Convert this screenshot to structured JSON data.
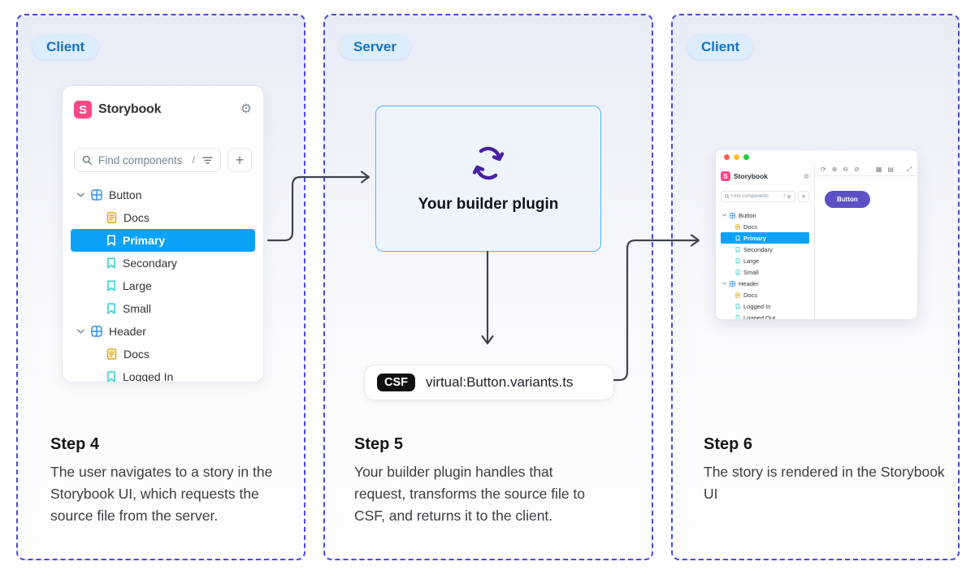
{
  "panels": [
    {
      "badge": "Client",
      "step_title": "Step 4",
      "step_description": "The user navigates to a story in the Storybook UI, which requests the source file from the server."
    },
    {
      "badge": "Server",
      "step_title": "Step 5",
      "step_description": "Your builder plugin handles that request, transforms the source file to CSF, and returns it to the client."
    },
    {
      "badge": "Client",
      "step_title": "Step 6",
      "step_description": "The story is rendered in the Storybook UI"
    }
  ],
  "storybook": {
    "app_name": "Storybook",
    "search_placeholder": "Find components",
    "search_shortcut": "/",
    "tree": [
      {
        "label": "Button",
        "type": "component",
        "children": [
          {
            "label": "Docs",
            "type": "docs"
          },
          {
            "label": "Primary",
            "type": "story",
            "selected": true
          },
          {
            "label": "Secondary",
            "type": "story"
          },
          {
            "label": "Large",
            "type": "story"
          },
          {
            "label": "Small",
            "type": "story"
          }
        ]
      },
      {
        "label": "Header",
        "type": "component",
        "children": [
          {
            "label": "Docs",
            "type": "docs"
          },
          {
            "label": "Logged In",
            "type": "story"
          },
          {
            "label": "Logged Out",
            "type": "story"
          }
        ]
      }
    ]
  },
  "plugin_box": {
    "label": "Your builder plugin"
  },
  "csf_pill": {
    "badge": "CSF",
    "filename": "virtual:Button.variants.ts"
  },
  "preview": {
    "button_label": "Button"
  },
  "icons": {
    "gear": "⚙",
    "plus": "+",
    "remount": "⟳",
    "zoom_in": "⊕",
    "zoom_out": "⊖",
    "zoom_reset": "⊘",
    "grid": "▦",
    "background": "▤",
    "expand": "⤢"
  },
  "colors": {
    "panel_border": "#4B49E3",
    "badge_bg": "#DCEDFB",
    "badge_text": "#1173C5",
    "storybook_pink": "#FF4785",
    "selected_blue": "#0CA2F9",
    "component_icon_blue": "#2E90F0",
    "docs_icon_orange": "#EFA000",
    "story_icon_teal": "#37D0D3",
    "plugin_border": "#55B1F1",
    "plugin_icon_purple": "#4A1FA3",
    "arrow": "#3E444B",
    "csf_badge_bg": "#111111",
    "preview_button_bg": "#5A52C6",
    "traffic_red": "#FF5F57",
    "traffic_yellow": "#FEBC2E",
    "traffic_green": "#28C840"
  }
}
